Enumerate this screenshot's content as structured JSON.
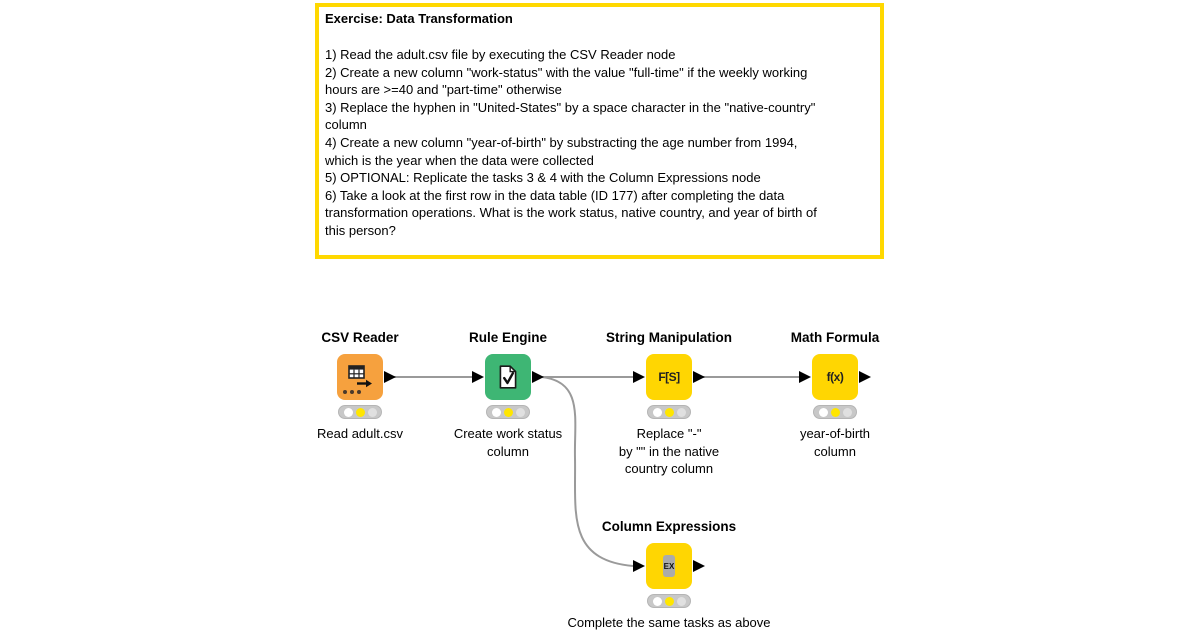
{
  "annotation": {
    "title": "Exercise: Data Transformation",
    "body": "1) Read the adult.csv file by executing the CSV Reader node\n2) Create a new column \"work-status\" with the value \"full-time\" if the weekly working\nhours are >=40 and \"part-time\" otherwise\n3) Replace the hyphen in \"United-States\" by a space character in the \"native-country\"\ncolumn\n4) Create a new column \"year-of-birth\" by substracting the age number from 1994,\nwhich is the year when the data were collected\n5) OPTIONAL: Replicate the tasks 3 & 4 with the Column Expressions node\n6) Take a look at the first row in the data table (ID 177) after completing the data\ntransformation operations. What is the work status, native country, and year of birth of\nthis person?"
  },
  "workflow": {
    "nodes": [
      {
        "title": "CSV Reader",
        "label": "Read adult.csv",
        "status": "configured",
        "color": "#F6A13E"
      },
      {
        "title": "Rule Engine",
        "label": "Create work status\ncolumn",
        "status": "configured",
        "color": "#3EB674"
      },
      {
        "title": "String Manipulation",
        "label": "Replace \"-\"\nby \"\" in the native\ncountry column",
        "icon_text": "F[S]",
        "status": "configured",
        "color": "#FFD602"
      },
      {
        "title": "Math Formula",
        "label": "year-of-birth\ncolumn",
        "icon_text": "f(x)",
        "status": "configured",
        "color": "#FFD602"
      },
      {
        "title": "Column Expressions",
        "label": "Complete the same tasks as above",
        "icon_text": "EX",
        "status": "configured",
        "color": "#FFD602"
      }
    ],
    "connections": [
      {
        "from": "CSV Reader",
        "to": "Rule Engine"
      },
      {
        "from": "Rule Engine",
        "to": "String Manipulation"
      },
      {
        "from": "String Manipulation",
        "to": "Math Formula"
      },
      {
        "from": "Rule Engine",
        "to": "Column Expressions"
      }
    ]
  },
  "palette": {
    "annotation_border": "#FFD800",
    "node_orange": "#F6A13E",
    "node_green": "#3EB674",
    "node_yellow": "#FFD602",
    "connection_gray": "#9A9A9A",
    "status_yellow_on": "#FFE600"
  }
}
